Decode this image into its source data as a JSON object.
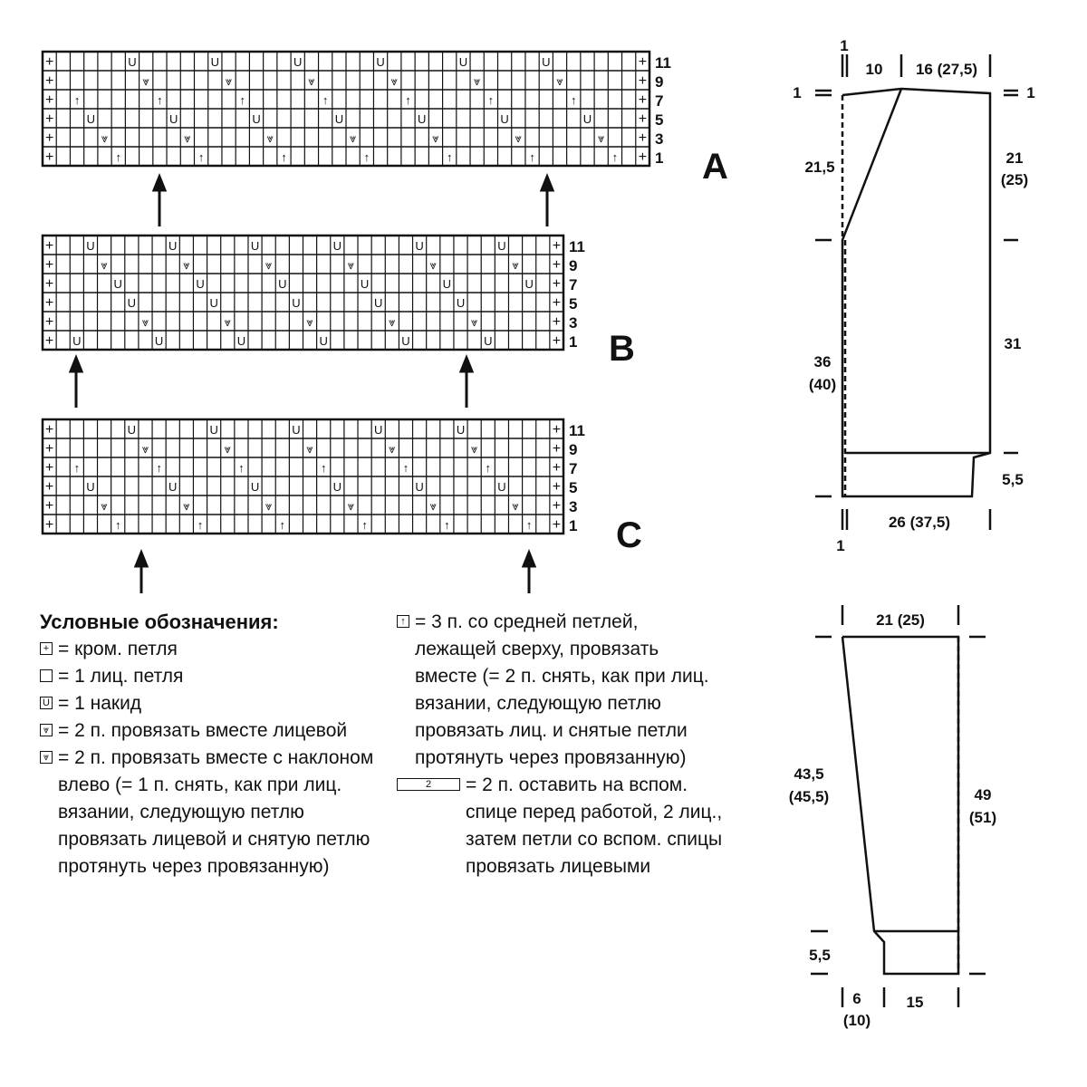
{
  "charts": [
    {
      "letter": "A",
      "rows": [
        "11",
        "9",
        "7",
        "5",
        "3",
        "1"
      ]
    },
    {
      "letter": "B",
      "rows": [
        "11",
        "9",
        "7",
        "5",
        "3",
        "1"
      ]
    },
    {
      "letter": "C",
      "rows": [
        "11",
        "9",
        "7",
        "5",
        "3",
        "1"
      ]
    }
  ],
  "legend": {
    "title": "Условные обозначения:",
    "items": [
      {
        "icon": "edge-stitch-icon",
        "glyph": "+",
        "text": "= кром. петля"
      },
      {
        "icon": "knit-stitch-icon",
        "glyph": "",
        "text": "= 1 лиц. петля"
      },
      {
        "icon": "yarn-over-icon",
        "glyph": "U",
        "text": "= 1 накид"
      },
      {
        "icon": "k2tog-icon",
        "glyph": "⩔",
        "text": "= 2 п. провязать вместе лицевой"
      },
      {
        "icon": "ssk-icon",
        "glyph": "⩔",
        "text": "= 2 п. провязать вместе с наклоном влево (= 1 п. снять, как при лиц. вязании, следующую петлю провязать лицевой и снятую петлю протянуть через провязанную)"
      }
    ],
    "items2": [
      {
        "icon": "double-decrease-icon",
        "glyph": "↑",
        "text": "= 3 п. со средней петлей, лежащей сверху, провязать вместе (= 2 п. снять, как при лиц. вязании, следующую петлю провязать лиц. и снятые петли протянуть через провязанную)"
      },
      {
        "icon": "cable-icon",
        "glyph": "2",
        "text": "= 2 п. оставить на вспом. спице перед работой, 2 лиц., затем петли со вспом. спицы провязать лицевыми"
      }
    ]
  },
  "schematic_body": {
    "labels": {
      "top_edge": "1",
      "shoulder_left": "10",
      "shoulder_right": "16 (27,5)",
      "left_mark": "1",
      "right_mark": "1",
      "neck": "21,5",
      "armhole": "21",
      "armhole2": "(25)",
      "side_left": "36",
      "side_left2": "(40)",
      "side_right": "31",
      "rib": "5,5",
      "bottom": "26 (37,5)",
      "bottom_mark": "1"
    }
  },
  "schematic_sleeve": {
    "labels": {
      "top": "21 (25)",
      "left": "43,5",
      "left2": "(45,5)",
      "right": "49",
      "right2": "(51)",
      "rib": "5,5",
      "bottom_left": "6",
      "bottom_left2": "(10)",
      "bottom_right": "15"
    }
  }
}
